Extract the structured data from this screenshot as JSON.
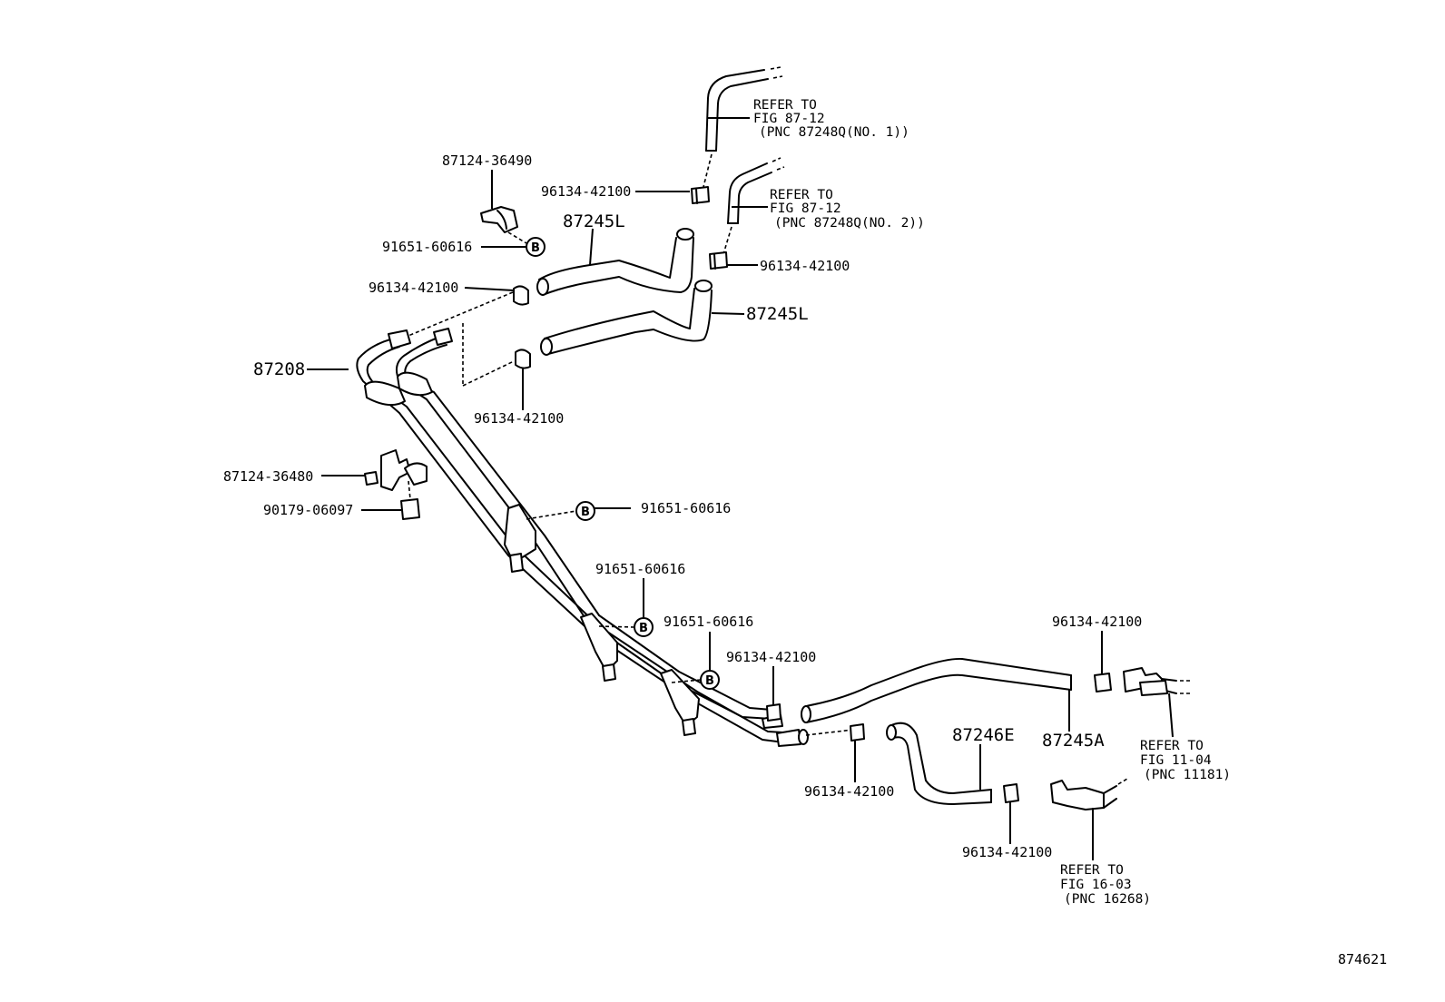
{
  "diagram_code": "874621",
  "refs": {
    "ref1": [
      "REFER TO",
      "FIG 87-12",
      "(PNC 87248Q(NO. 1))"
    ],
    "ref2": [
      "REFER TO",
      "FIG 87-12",
      "(PNC 87248Q(NO. 2))"
    ],
    "ref3": [
      "REFER TO",
      "FIG 11-04",
      "(PNC 11181)"
    ],
    "ref4": [
      "REFER TO",
      "FIG 16-03",
      "(PNC 16268)"
    ]
  },
  "labels": {
    "bracket_top": "87124-36490",
    "bolt_top": "91651-60616",
    "clamp_a": "96134-42100",
    "clamp_b": "96134-42100",
    "clamp_c": "96134-42100",
    "clamp_d": "96134-42100",
    "hose_l1": "87245L",
    "hose_l2": "87245L",
    "pipe": "87208",
    "bracket_mid": "87124-36480",
    "nut": "90179-06097",
    "bolt_mid": "91651-60616",
    "bolt_low1": "91651-60616",
    "bolt_low2": "91651-60616",
    "clamp_e": "96134-42100",
    "clamp_f": "96134-42100",
    "clamp_g": "96134-42100",
    "clamp_h": "96134-42100",
    "hose_a": "87245A",
    "hose_e": "87246E"
  },
  "b_marker": "B"
}
